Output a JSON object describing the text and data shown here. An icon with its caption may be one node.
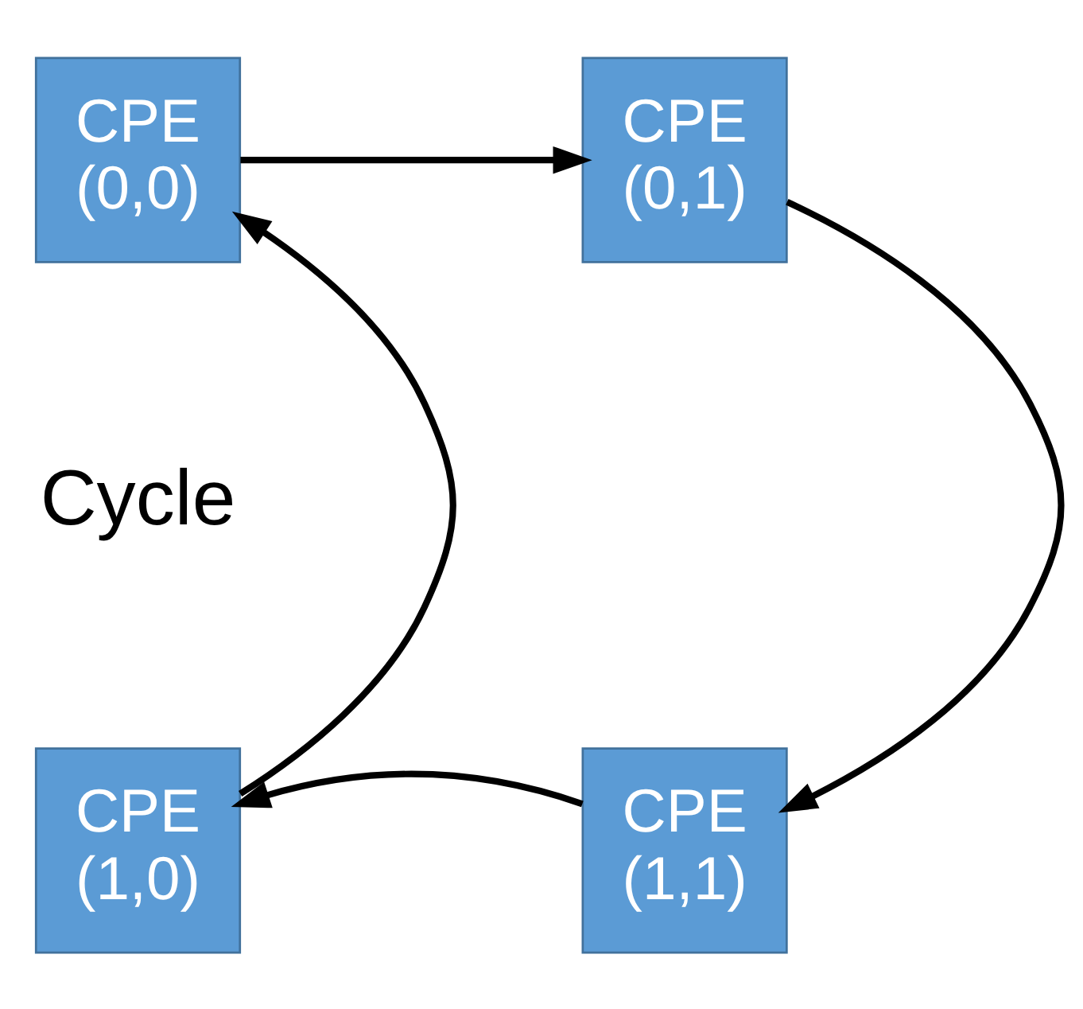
{
  "diagram": {
    "nodes": [
      {
        "text": [
          "CPE (0,0)"
        ]
      },
      {
        "text": [
          "CPE (0,1)"
        ]
      },
      {
        "text": [
          "CPE (1,0)"
        ]
      },
      {
        "text": [
          "CPE (1,1)"
        ]
      }
    ],
    "edges": [
      {
        "from": 0,
        "to": 1,
        "arrow": "to"
      },
      {
        "from": 1,
        "to": 3,
        "arrow": "to"
      },
      {
        "from": 3,
        "to": 2,
        "arrow": "to"
      },
      {
        "from": 2,
        "to": 0,
        "arrow": "to"
      }
    ],
    "labels": [
      "Cycle"
    ]
  }
}
